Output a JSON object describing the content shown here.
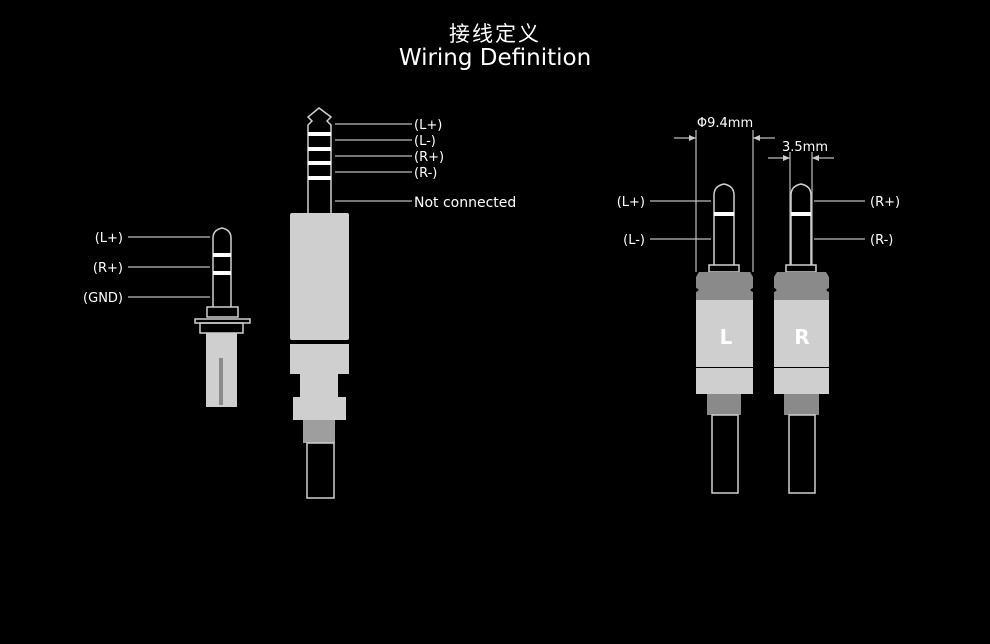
{
  "header": {
    "title_cn": "接线定义",
    "title_en": "Wiring Definition"
  },
  "small_plug": {
    "labels": [
      "(L+)",
      "(R+)",
      "(GND)"
    ]
  },
  "large_plug": {
    "labels": [
      "(L+)",
      "(L-)",
      "(R+)",
      "(R-)",
      "Not connected"
    ]
  },
  "dual_plugs": {
    "diameter_label": "Φ9.4mm",
    "pin_label": "3.5mm",
    "left": {
      "letter": "L",
      "labels": [
        "(L+)",
        "(L-)"
      ]
    },
    "right": {
      "letter": "R",
      "labels": [
        "(R+)",
        "(R-)"
      ]
    }
  }
}
